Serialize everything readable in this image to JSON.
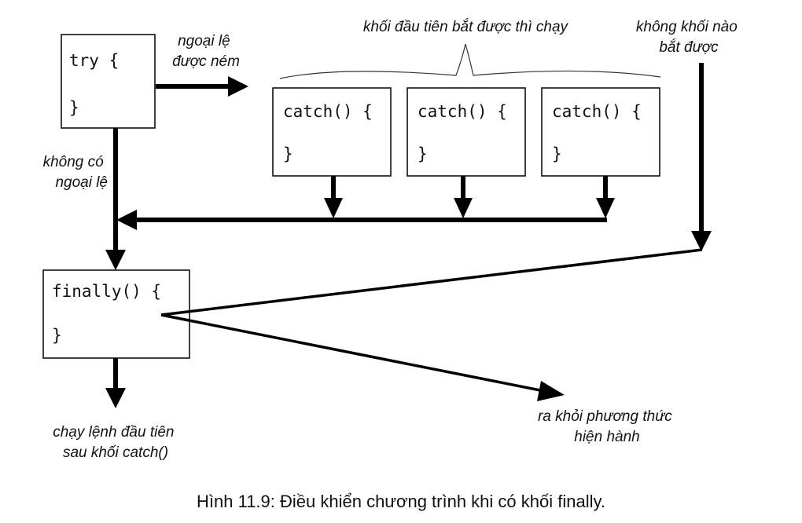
{
  "diagram": {
    "blocks": {
      "try": {
        "open": "try {",
        "close": "}"
      },
      "catch1": {
        "open": "catch() {",
        "close": "}"
      },
      "catch2": {
        "open": "catch() {",
        "close": "}"
      },
      "catch3": {
        "open": "catch() {",
        "close": "}"
      },
      "finally": {
        "open": "finally() {",
        "close": "}"
      }
    },
    "labels": {
      "exception_thrown": [
        "ngoại lệ",
        "được ném"
      ],
      "first_catch_runs": "khối đầu tiên bắt được thì chạy",
      "no_catch": [
        "không khối nào",
        "bắt được"
      ],
      "no_exception": [
        "không có",
        "ngoại lệ"
      ],
      "run_next": [
        "chạy lệnh đầu tiên",
        "sau khối catch()"
      ],
      "exit_method": [
        "ra khỏi phương thức",
        "hiện hành"
      ]
    }
  },
  "caption": "Hình 11.9: Điều khiển chương trình khi có khối finally."
}
